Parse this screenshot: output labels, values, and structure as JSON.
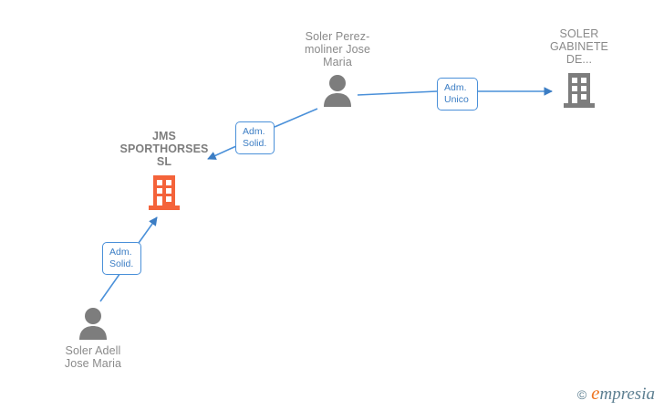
{
  "graph": {
    "title": "Company relationship graph",
    "background_color": "#ffffff",
    "edge_color": "#4a90d9",
    "highlight_color": "#f4633a",
    "node_color": "#7d7d7d",
    "label_color": "#8a8a8a"
  },
  "nodes": [
    {
      "id": "soler-perez-moliner",
      "name": "Soler Perez-\nmoliner Jose\nMaria",
      "icon": "person-icon",
      "type": "person",
      "bold": false,
      "label_position": "top"
    },
    {
      "id": "soler-gabinete",
      "name": "SOLER\nGABINETE\nDE...",
      "icon": "building-icon",
      "type": "company",
      "bold": false,
      "label_position": "top"
    },
    {
      "id": "jms-sporthorses",
      "name": "JMS\nSPORTHORSES\nSL",
      "icon": "building-icon-highlight",
      "type": "company",
      "bold": true,
      "label_position": "top"
    },
    {
      "id": "soler-adell",
      "name": "Soler Adell\nJose Maria",
      "icon": "person-icon",
      "type": "person",
      "bold": false,
      "label_position": "bottom"
    }
  ],
  "edges": [
    {
      "id": "edge-perez-to-gabinete",
      "from": "soler-perez-moliner",
      "to": "soler-gabinete",
      "label": "Adm.\nUnico"
    },
    {
      "id": "edge-perez-to-jms",
      "from": "soler-perez-moliner",
      "to": "jms-sporthorses",
      "label": "Adm.\nSolid."
    },
    {
      "id": "edge-adell-to-jms",
      "from": "soler-adell",
      "to": "jms-sporthorses",
      "label": "Adm.\nSolid."
    }
  ],
  "watermark": {
    "copyright_symbol": "©",
    "brand_first_letter": "e",
    "brand_rest": "mpresia",
    "first_letter_color": "#ee7624",
    "rest_color": "#5d7f91"
  }
}
